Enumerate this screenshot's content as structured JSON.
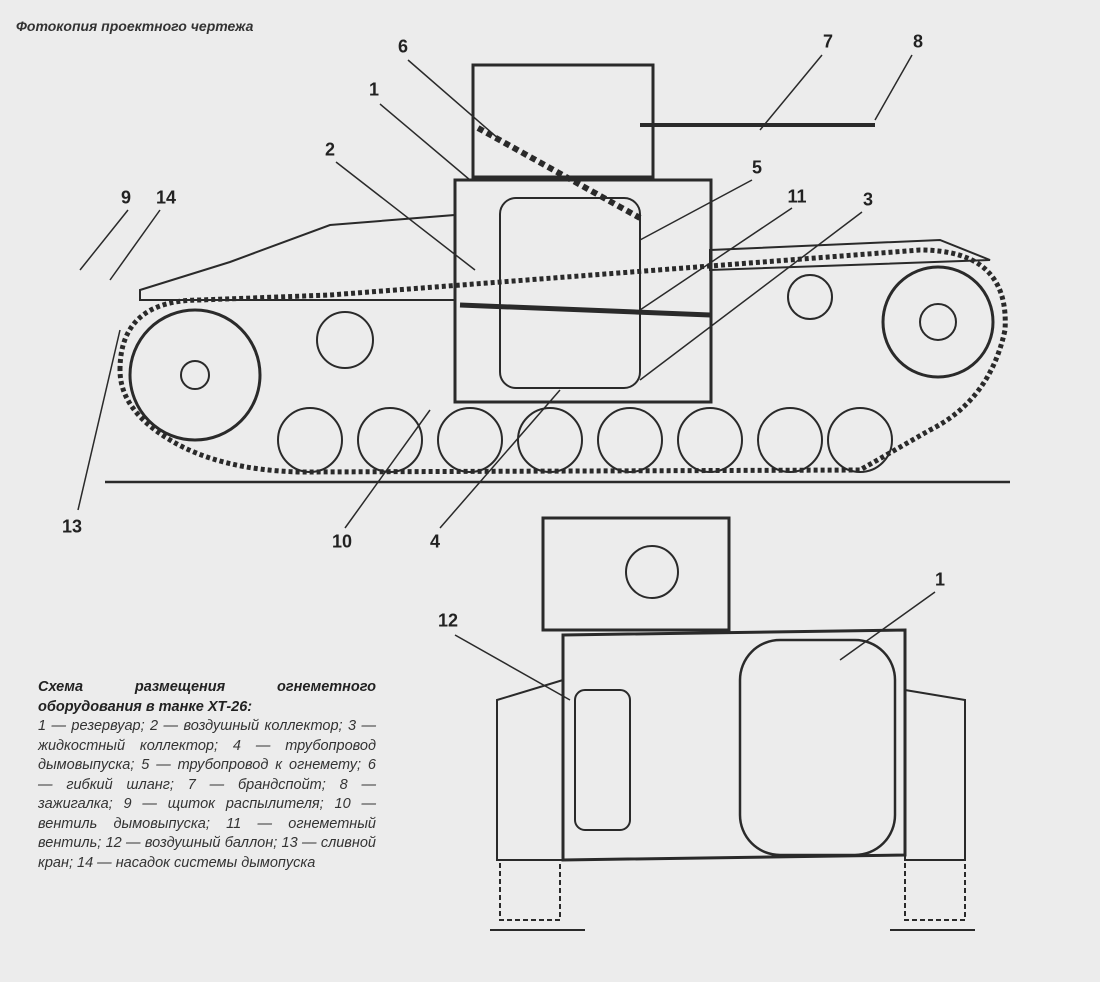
{
  "title": "Фотокопия проектного чертежа",
  "callouts": {
    "c6": "6",
    "c7": "7",
    "c8": "8",
    "c1a": "1",
    "c2": "2",
    "c5": "5",
    "c11": "11",
    "c3": "3",
    "c9": "9",
    "c14": "14",
    "c13": "13",
    "c10": "10",
    "c4": "4",
    "c12": "12",
    "c1b": "1"
  },
  "caption": {
    "heading": "Схема размещения огнеметного оборудования в танке ХТ-26:",
    "body": "1 — резервуар; 2 — воздушный коллектор; 3 — жидкостный коллектор; 4 — трубопровод дымовыпуска; 5 — трубопровод к огнемету; 6 — гибкий шланг; 7 — брандспойт; 8 — зажигалка; 9 — щиток распылителя; 10 — вентиль дымовыпуска; 11 — огнеметный вентиль; 12 — воздушный баллон; 13 — сливной кран; 14 — насадок системы дымопуска"
  }
}
